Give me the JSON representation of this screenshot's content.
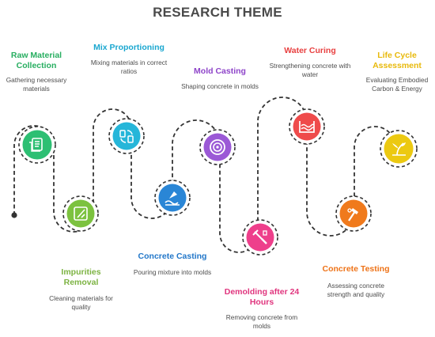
{
  "title": "RESEARCH THEME",
  "path": {
    "color": "#333333",
    "dot_color": "#333333"
  },
  "stages": [
    {
      "title": "Raw Material Collection",
      "desc": "Gathering necessary materials",
      "color": "#2dbf73",
      "title_color": "#27ae60",
      "icon": "document-list-icon"
    },
    {
      "title": "Impurities Removal",
      "desc": "Cleaning materials for quality",
      "color": "#7cc23f",
      "title_color": "#7cb342",
      "icon": "cleaning-brush-icon"
    },
    {
      "title": "Mix Proportioning",
      "desc": "Mixing materials in correct ratios",
      "color": "#26b6d9",
      "title_color": "#1aa7d0",
      "icon": "mixing-cycle-icon"
    },
    {
      "title": "Concrete Casting",
      "desc": "Pouring mixture into molds",
      "color": "#2a86d6",
      "title_color": "#2277c9",
      "icon": "pouring-wave-icon"
    },
    {
      "title": "Mold Casting",
      "desc": "Shaping concrete in molds",
      "color": "#9b59d6",
      "title_color": "#8e44c9",
      "icon": "mold-ring-icon"
    },
    {
      "title": "Demolding after 24 Hours",
      "desc": "Removing concrete from molds",
      "color": "#ee3f8b",
      "title_color": "#e0357e",
      "icon": "demolding-tool-icon"
    },
    {
      "title": "Water Curing",
      "desc": "Strengthening concrete with water",
      "color": "#ef4b4b",
      "title_color": "#e84040",
      "icon": "water-tank-icon"
    },
    {
      "title": "Concrete Testing",
      "desc": "Assessing concrete strength and quality",
      "color": "#f07a1c",
      "title_color": "#ee7318",
      "icon": "testing-hammer-icon"
    },
    {
      "title": "Life Cycle Assessment",
      "desc": "Evaluating Embodied Carbon & Energy",
      "color": "#ecc911",
      "title_color": "#e8b90b",
      "icon": "sprout-chart-icon"
    }
  ]
}
